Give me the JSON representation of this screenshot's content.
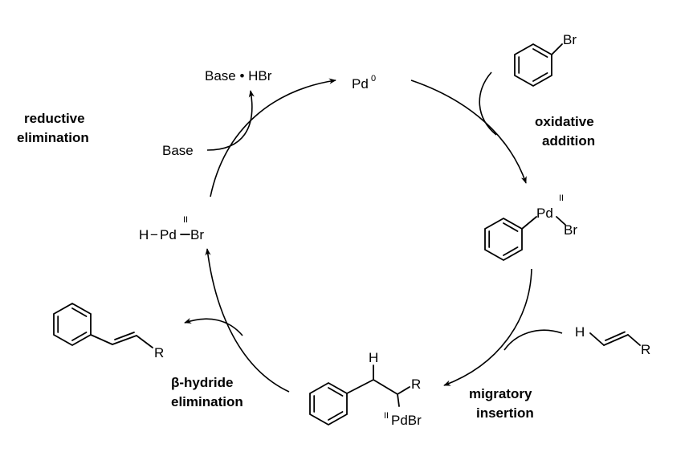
{
  "species": {
    "pd0": {
      "main": "Pd",
      "sup": "0"
    },
    "base_hbr": "Base • HBr",
    "base": "Base",
    "h_pd_br": {
      "h": "H",
      "dash": "−",
      "pd": "Pd",
      "ox": "II",
      "br": "Br"
    },
    "aryl_bromide": {
      "br": "Br"
    },
    "aryl_pd": {
      "pd": "Pd",
      "ox": "II",
      "br": "Br"
    },
    "alkene": {
      "h": "H",
      "r": "R"
    },
    "alkyl_pd": {
      "h": "H",
      "r": "R",
      "ox": "II",
      "pdbr": "PdBr"
    },
    "product": {
      "r": "R"
    }
  },
  "steps": {
    "reductive_elimination": [
      "reductive",
      "elimination"
    ],
    "oxidative_addition": [
      "oxidative",
      "addition"
    ],
    "migratory_insertion": [
      "migratory",
      "insertion"
    ],
    "beta_hydride_elimination": [
      "β-hydride",
      "elimination"
    ]
  }
}
